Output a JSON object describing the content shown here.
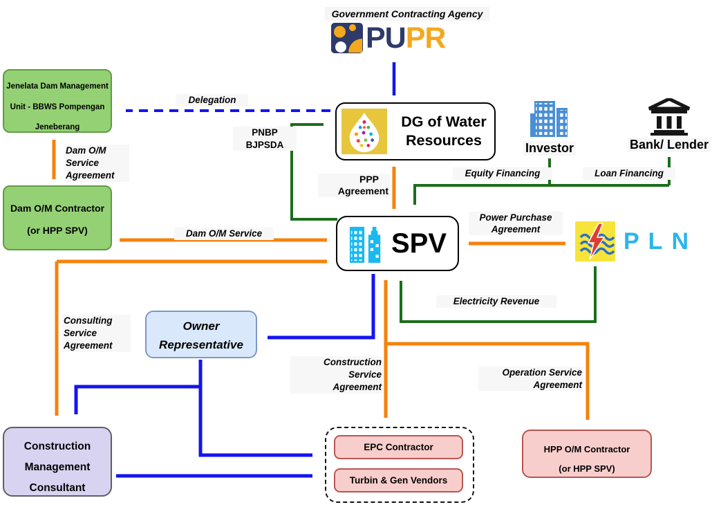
{
  "title_caption": "Government Contracting Agency",
  "logo": {
    "text_pu": "PU",
    "text_pr": "PR"
  },
  "nodes": {
    "jenelata": {
      "lines": [
        "Jenelata Dam Management",
        "Unit - BBWS Pompengan",
        "Jeneberang"
      ]
    },
    "dg_water": {
      "lines": [
        "DG of Water",
        "Resources"
      ]
    },
    "dam_om_contractor": {
      "lines": [
        "Dam O/M Contractor",
        "(or HPP SPV)"
      ]
    },
    "spv": {
      "label": "SPV"
    },
    "investor": {
      "label": "Investor"
    },
    "bank_lender": {
      "label": "Bank/ Lender"
    },
    "pln": {
      "label": "PLN"
    },
    "owner_representative": {
      "lines": [
        "Owner",
        "Representative"
      ]
    },
    "cmc": {
      "lines": [
        "Construction",
        "Management",
        "Consultant"
      ]
    },
    "epc_contractor": {
      "label": "EPC Contractor"
    },
    "turbin_gen_vendors": {
      "label": "Turbin & Gen Vendors"
    },
    "hpp_om_contractor": {
      "lines": [
        "HPP O/M Contractor",
        "(or HPP SPV)"
      ]
    }
  },
  "edge_labels": {
    "delegation": "Delegation",
    "pnbp_bjpsda": [
      "PNBP",
      "BJPSDA"
    ],
    "ppp_agreement": [
      "PPP",
      "Agreement"
    ],
    "equity_financing": "Equity Financing",
    "loan_financing": "Loan Financing",
    "power_purchase_agreement": [
      "Power Purchase",
      "Agreement"
    ],
    "electricity_revenue": "Electricity Revenue",
    "dam_om_service_agreement": [
      "Dam O/M",
      "Service",
      "Agreement"
    ],
    "dam_om_service": "Dam O/M Service",
    "consulting_service_agreement": [
      "Consulting",
      "Service",
      "Agreement"
    ],
    "construction_service_agreement": [
      "Construction",
      "Service",
      "Agreement"
    ],
    "operation_service_agreement": [
      "Operation Service",
      "Agreement"
    ]
  },
  "colors": {
    "orange_arrow": "#f5820d",
    "blue_arrow": "#1414f0",
    "green_arrow": "#1b6e1b",
    "green_box_fill": "#94d175",
    "green_box_border": "#5f9c42",
    "pink_box_fill": "#f8cecc",
    "pink_box_border": "#b85450",
    "blue_box_fill": "#dae8fc",
    "blue_box_border": "#7d97c6",
    "purple_box_fill": "#d9d3f2",
    "purple_box_border": "#5f5f5f",
    "pupr_navy": "#2e3a68",
    "pupr_yellow": "#f4a81d",
    "pln_cyan": "#29b5ea",
    "pln_yellow": "#f6e43b",
    "dg_icon_yellow": "#e7c63e",
    "spv_icon_cyan": "#19b9f1",
    "investor_blue": "#4a8fd3",
    "bank_black": "#161616"
  }
}
